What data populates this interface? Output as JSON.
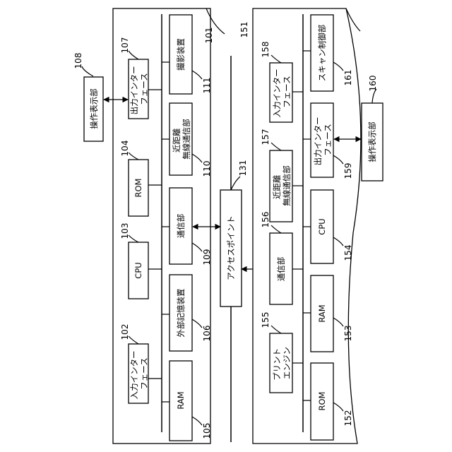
{
  "device1": {
    "ref": "101",
    "blocks": {
      "input_if": {
        "ref": "102",
        "lines": [
          "入力インター",
          "フェース"
        ]
      },
      "cpu": {
        "ref": "103",
        "lines": [
          "CPU"
        ]
      },
      "rom": {
        "ref": "104",
        "lines": [
          "ROM"
        ]
      },
      "output_if": {
        "ref": "107",
        "lines": [
          "出力インター",
          "フェース"
        ]
      },
      "ram": {
        "ref": "105",
        "lines": [
          "RAM"
        ]
      },
      "storage": {
        "ref": "106",
        "lines": [
          "外部記憶装置"
        ]
      },
      "comm": {
        "ref": "109",
        "lines": [
          "通信部"
        ]
      },
      "nfc": {
        "ref": "110",
        "lines": [
          "近距離",
          "無線通信部"
        ]
      },
      "camera": {
        "ref": "111",
        "lines": [
          "撮影装置"
        ]
      }
    }
  },
  "panel1": {
    "ref": "108",
    "lines": [
      "操作表示部"
    ]
  },
  "access_point": {
    "ref": "131",
    "lines": [
      "アクセスポイント"
    ]
  },
  "device2": {
    "ref": "151",
    "blocks": {
      "print_engine": {
        "ref": "155",
        "lines": [
          "プリント",
          "エンジン"
        ]
      },
      "comm": {
        "ref": "156",
        "lines": [
          "通信部"
        ]
      },
      "nfc": {
        "ref": "157",
        "lines": [
          "近距離",
          "無線通信部"
        ]
      },
      "input_if": {
        "ref": "158",
        "lines": [
          "入力インター",
          "フェース"
        ]
      },
      "rom": {
        "ref": "152",
        "lines": [
          "ROM"
        ]
      },
      "ram": {
        "ref": "153",
        "lines": [
          "RAM"
        ]
      },
      "cpu": {
        "ref": "154",
        "lines": [
          "CPU"
        ]
      },
      "output_if": {
        "ref": "159",
        "lines": [
          "出力インター",
          "フェース"
        ]
      },
      "scanner": {
        "ref": "161",
        "lines": [
          "スキャン制御部"
        ]
      }
    }
  },
  "panel2": {
    "ref": "160",
    "lines": [
      "操作表示部"
    ]
  }
}
